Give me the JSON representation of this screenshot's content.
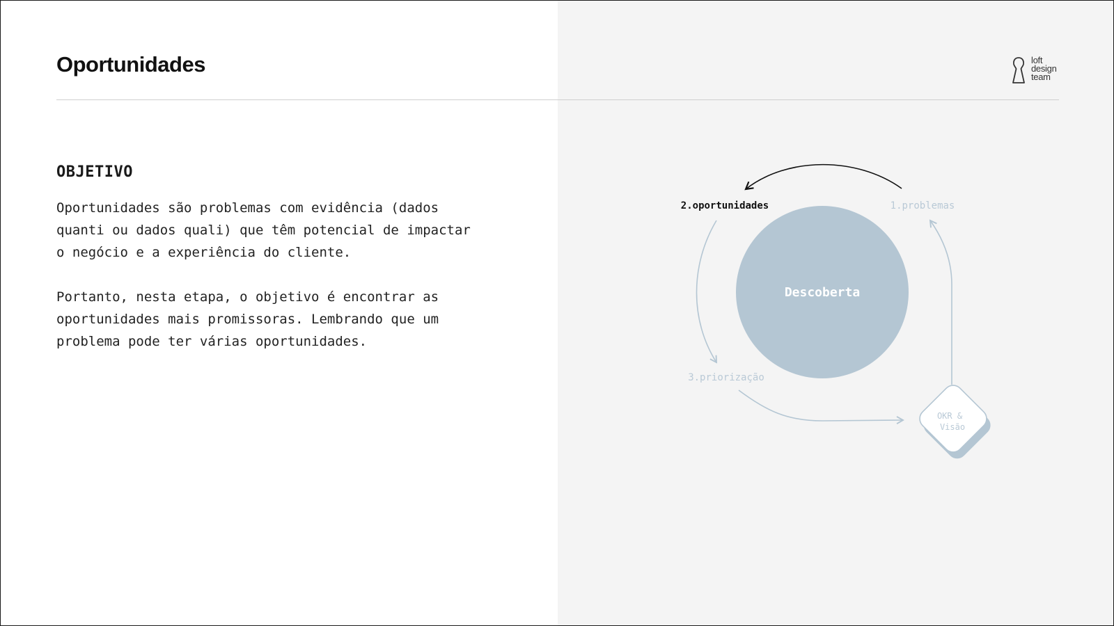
{
  "header": {
    "title": "Oportunidades",
    "logo_lines": [
      "loft",
      "design",
      "team"
    ]
  },
  "content": {
    "heading": "OBJETIVO",
    "paragraphs": [
      "Oportunidades são problemas com evidência (dados quanti ou dados quali) que têm potencial de impactar o negócio e a experiência do cliente.",
      "Portanto, nesta etapa, o objetivo é encontrar as oportunidades mais promissoras. Lembrando que um problema pode ter várias oportunidades."
    ]
  },
  "diagram": {
    "center_label": "Descoberta",
    "steps": [
      {
        "label": "1.problemas",
        "active": false
      },
      {
        "label": "2.oportunidades",
        "active": true
      },
      {
        "label": "3.priorização",
        "active": false
      }
    ],
    "badge_lines": [
      "OKR &",
      "Visão"
    ],
    "colors": {
      "circle": "#b4c6d3",
      "active_text": "#111111",
      "inactive_text": "#b9c9d6",
      "connector": "#b4c6d3",
      "active_arrow": "#111111",
      "panel_bg": "#f4f4f4"
    }
  }
}
